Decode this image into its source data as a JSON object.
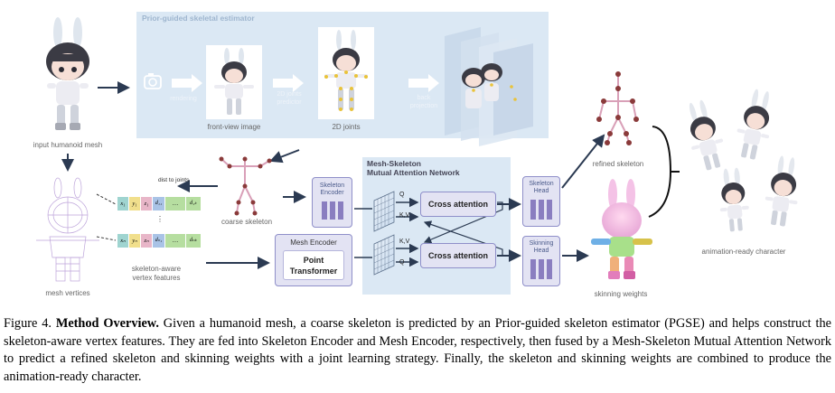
{
  "figure": {
    "pgse_title": "Prior-guided skeletal estimator",
    "rendering": "rendering",
    "front_view_image": "front-view image",
    "joints_predictor_line1": "2D joints",
    "joints_predictor_line2": "predictor",
    "joints_2d": "2D joints",
    "back_projection_line1": "back",
    "back_projection_line2": "projection",
    "input_mesh": "input humanoid mesh",
    "mesh_vertices": "mesh vertices",
    "dist_to_joints": "dist to joints",
    "coarse_skeleton": "coarse skeleton",
    "vertex_features_line1": "skeleton-aware",
    "vertex_features_line2": "vertex features",
    "mama_title_line1": "Mesh-Skeleton",
    "mama_title_line2": "Mutual Attention Network",
    "skeleton_encoder_line1": "Skeleton",
    "skeleton_encoder_line2": "Encoder",
    "mesh_encoder": "Mesh Encoder",
    "point_transformer_line1": "Point",
    "point_transformer_line2": "Transformer",
    "cross_attention_top": "Cross attention",
    "cross_attention_bottom": "Cross attention",
    "q_top": "Q",
    "kv_top": "K,V",
    "kv_bottom": "K,V",
    "q_bottom": "Q",
    "skeleton_head_line1": "Skeleton",
    "skeleton_head_line2": "Head",
    "skinning_head_line1": "Skinning",
    "skinning_head_line2": "Head",
    "refined_skeleton": "refined skeleton",
    "skinning_weights": "skinning weights",
    "animation_ready": "animation-ready character",
    "feat_row1": [
      "x₁",
      "y₁",
      "z₁",
      "d₁₁",
      "d₁ₖ"
    ],
    "feat_row2": [
      "xₙ",
      "yₙ",
      "zₙ",
      "dₙ₁",
      "dₙₖ"
    ]
  },
  "caption": {
    "prefix": "Figure 4.",
    "bold": "Method Overview.",
    "text": "Given a humanoid mesh, a coarse skeleton is predicted by an Prior-guided skeleton estimator (PGSE) and helps construct the skeleton-aware vertex features. They are fed into Skeleton Encoder and Mesh Encoder, respectively, then fused by a Mesh-Skeleton Mutual Attention Network to predict a refined skeleton and skinning weights with a joint learning strategy. Finally, the skeleton and skinning weights are combined to produce the animation-ready character."
  },
  "colors": {
    "panel_bg": "#dbe8f4",
    "module_fill": "#e3e3f3",
    "module_border": "#8f8fc9",
    "bar_purple": "#8a7ec0",
    "feat_teal": "#9fd4d0",
    "feat_yellow": "#f1df8c",
    "feat_pink": "#e8b6c8",
    "feat_blue": "#a9c3e6",
    "feat_green": "#b6dea0",
    "joint_red": "#8a3a3a",
    "skeleton_pink": "#d9a0b8"
  }
}
